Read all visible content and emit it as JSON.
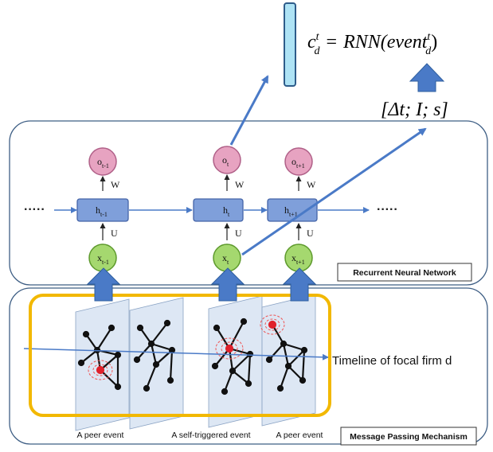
{
  "formula": {
    "lhs": "c",
    "lhs_sup": "t",
    "lhs_sub": "d",
    "eq": "=",
    "rnn": "RNN(event",
    "rnn_sup": "t",
    "rnn_sub": "d",
    "close": ")"
  },
  "features": "[Δt; I; s]",
  "rnn": {
    "label": "Recurrent Neural Network",
    "ellipsis_left": "·····",
    "ellipsis_right": "·····",
    "weights": {
      "w": "W",
      "u": "U"
    },
    "outputs": [
      {
        "main": "o",
        "sub": "t-1"
      },
      {
        "main": "o",
        "sub": "t"
      },
      {
        "main": "o",
        "sub": "t+1"
      }
    ],
    "hidden": [
      {
        "main": "h",
        "sub": "t-1"
      },
      {
        "main": "h",
        "sub": "t"
      },
      {
        "main": "h",
        "sub": "t+1"
      }
    ],
    "inputs": [
      {
        "main": "x",
        "sub": "t-1"
      },
      {
        "main": "x",
        "sub": "t"
      },
      {
        "main": "x",
        "sub": "t+1"
      }
    ]
  },
  "mpm": {
    "label": "Message Passing Mechanism",
    "timeline": "Timeline of focal firm d",
    "captions": [
      "A peer event",
      "A self-triggered event",
      "A peer event"
    ]
  },
  "colors": {
    "box_border": "#3f5f85",
    "output_node": "#e7a3c1",
    "hidden_node": "#7f9fda",
    "input_node": "#a5d86f",
    "arrow_blue": "#4a7ac7",
    "highlight": "#f2b800",
    "vector_bar": "#aee3f5"
  }
}
